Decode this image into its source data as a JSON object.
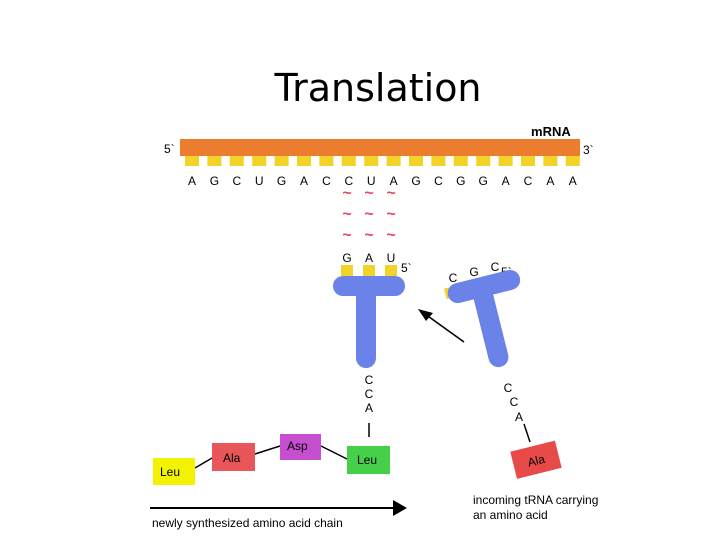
{
  "title": "Translation",
  "colors": {
    "mrna_strand": "#ec7c2e",
    "mrna_base": "#f1d32a",
    "trna": "#6b82e8",
    "bond": "#e84860",
    "leu_1": "#f3f200",
    "ala": "#e8565a",
    "asp": "#c64fcf",
    "leu_2": "#46d04a",
    "incoming_ala": "#e84a4a"
  },
  "mrna": {
    "label": "m",
    "label_suffix": "RNA",
    "five_prime": "5`",
    "three_prime": "3`",
    "bases": [
      "A",
      "G",
      "C",
      "U",
      "G",
      "A",
      "C",
      "C",
      "U",
      "A",
      "G",
      "C",
      "G",
      "G",
      "A",
      "C",
      "A",
      "A"
    ]
  },
  "bound_trna": {
    "anticodon": [
      "G",
      "A",
      "U"
    ],
    "five_prime": "5`",
    "tail": [
      "C",
      "C",
      "A"
    ]
  },
  "incoming_trna": {
    "anticodon": [
      "C",
      "G",
      "C"
    ],
    "five_prime": "5`",
    "tail": [
      "C",
      "C",
      "A"
    ],
    "amino_acid": "Ala"
  },
  "chain": [
    "Leu",
    "Ala",
    "Asp",
    "Leu"
  ],
  "chain_caption": "newly synthesized amino acid chain",
  "incoming_caption_line1": "incoming tRNA carrying",
  "incoming_caption_line2": "an amino acid"
}
